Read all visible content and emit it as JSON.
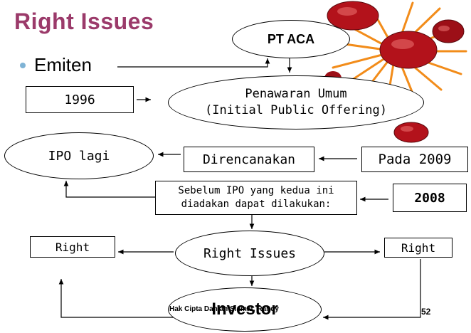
{
  "title": "Right Issues",
  "emiten": "Emiten",
  "nodes": {
    "pt_aca": "PT ACA",
    "ipo_offer_line1": "Penawaran Umum",
    "ipo_offer_line2": "(Initial Public Offering)",
    "year_1996": "1996",
    "ipo_lagi": "IPO lagi",
    "direncanakan": "Direncanakan",
    "pada_2009": "Pada 2009",
    "sebelum_line1": "Sebelum IPO yang kedua ini",
    "sebelum_line2": "diadakan dapat dilakukan:",
    "year_2008": "2008",
    "right_left": "Right",
    "right_issues": "Right Issues",
    "right_right": "Right",
    "investor": "Investor"
  },
  "footer": {
    "copyright": "Hak Cipta Dahlan Siamat, Randy",
    "page_number": "52"
  },
  "colors": {
    "title": "#9b3a6a",
    "bullet": "#7fb3d5",
    "decoration_red": "#b3121b",
    "decoration_orange": "#f28c1a"
  }
}
